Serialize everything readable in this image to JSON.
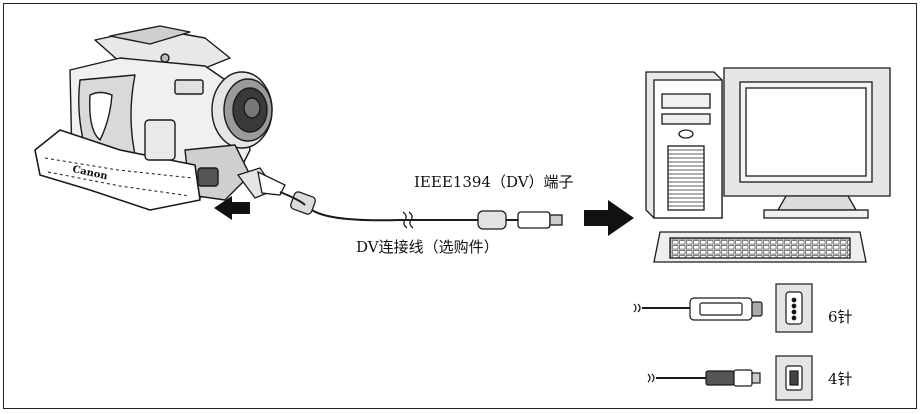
{
  "labels": {
    "port": "IEEE1394（DV）端子",
    "cable": "DV连接线（选购件）",
    "pin6": "6针",
    "pin4": "4针",
    "camera_brand": "Canon"
  },
  "colors": {
    "line": "#1a1a1a",
    "arrow": "#111111",
    "body_shade": "#dcdcdc",
    "screen": "#f4f4f4"
  }
}
